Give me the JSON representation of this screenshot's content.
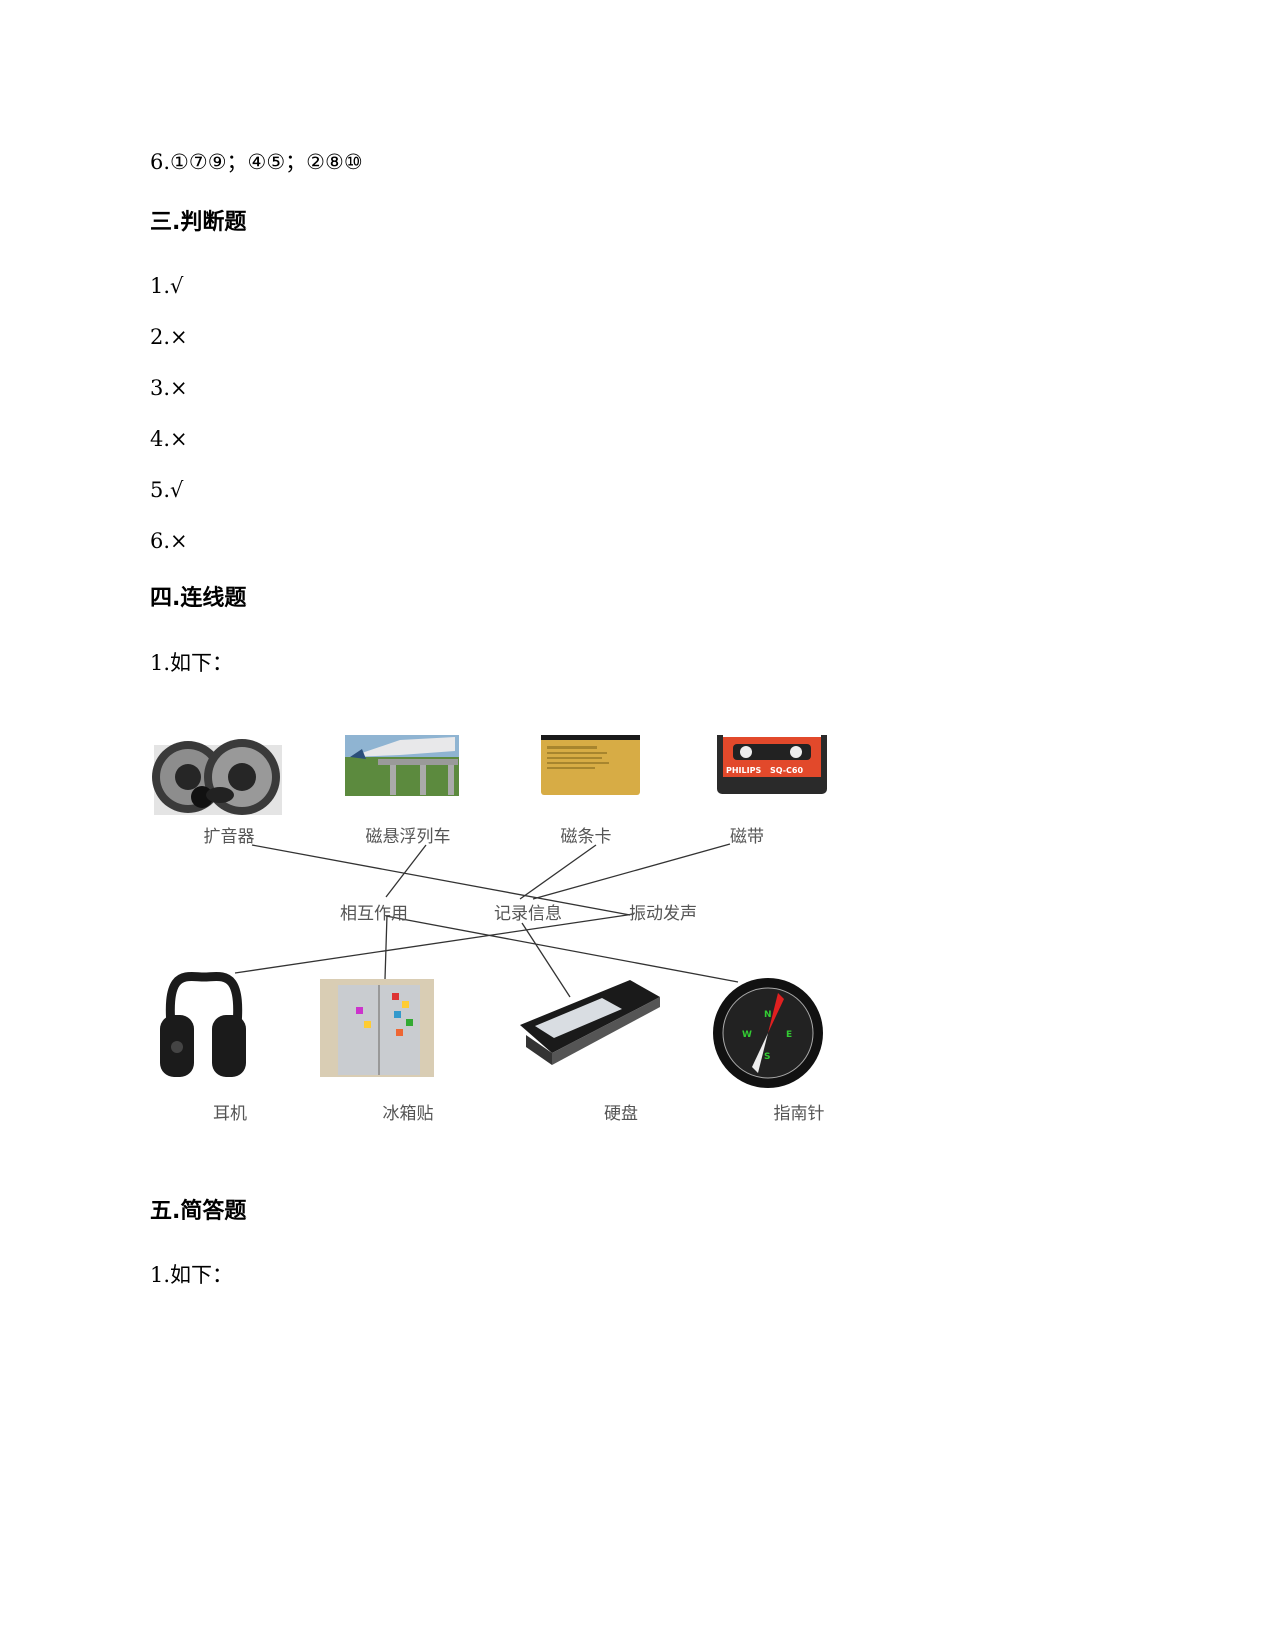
{
  "lines": {
    "q6_choice": "6.①⑦⑨；④⑤；②⑧⑩",
    "section3": "三.判断题",
    "tf1": "1.√",
    "tf2": "2.×",
    "tf3": "3.×",
    "tf4": "4.×",
    "tf5": "5.√",
    "tf6": "6.×",
    "section4": "四.连线题",
    "match1": "1.如下：",
    "section5": "五.简答题",
    "short1": "1.如下："
  },
  "figure": {
    "top_items": [
      "扩音器",
      "磁悬浮列车",
      "磁条卡",
      "磁带"
    ],
    "middle_items": [
      "相互作用",
      "记录信息",
      "振动发声"
    ],
    "bottom_items": [
      "耳机",
      "冰箱贴",
      "硬盘",
      "指南针"
    ],
    "images": {
      "top": [
        "speaker-icon",
        "maglev-train-icon",
        "magnetic-card-icon",
        "cassette-tape-icon"
      ],
      "bottom": [
        "headphones-icon",
        "fridge-magnet-icon",
        "hard-disk-icon",
        "compass-icon"
      ]
    },
    "tape_brand": "PHILIPS",
    "tape_model": "SQ-C60",
    "compass_letters": [
      "N",
      "E",
      "S",
      "W"
    ],
    "connections": [
      {
        "from": "扩音器",
        "to": "振动发声"
      },
      {
        "from": "磁悬浮列车",
        "to": "相互作用"
      },
      {
        "from": "磁条卡",
        "to": "记录信息"
      },
      {
        "from": "磁带",
        "to": "记录信息"
      },
      {
        "from": "耳机",
        "to": "振动发声"
      },
      {
        "from": "冰箱贴",
        "to": "相互作用"
      },
      {
        "from": "硬盘",
        "to": "记录信息"
      },
      {
        "from": "指南针",
        "to": "相互作用"
      }
    ]
  }
}
